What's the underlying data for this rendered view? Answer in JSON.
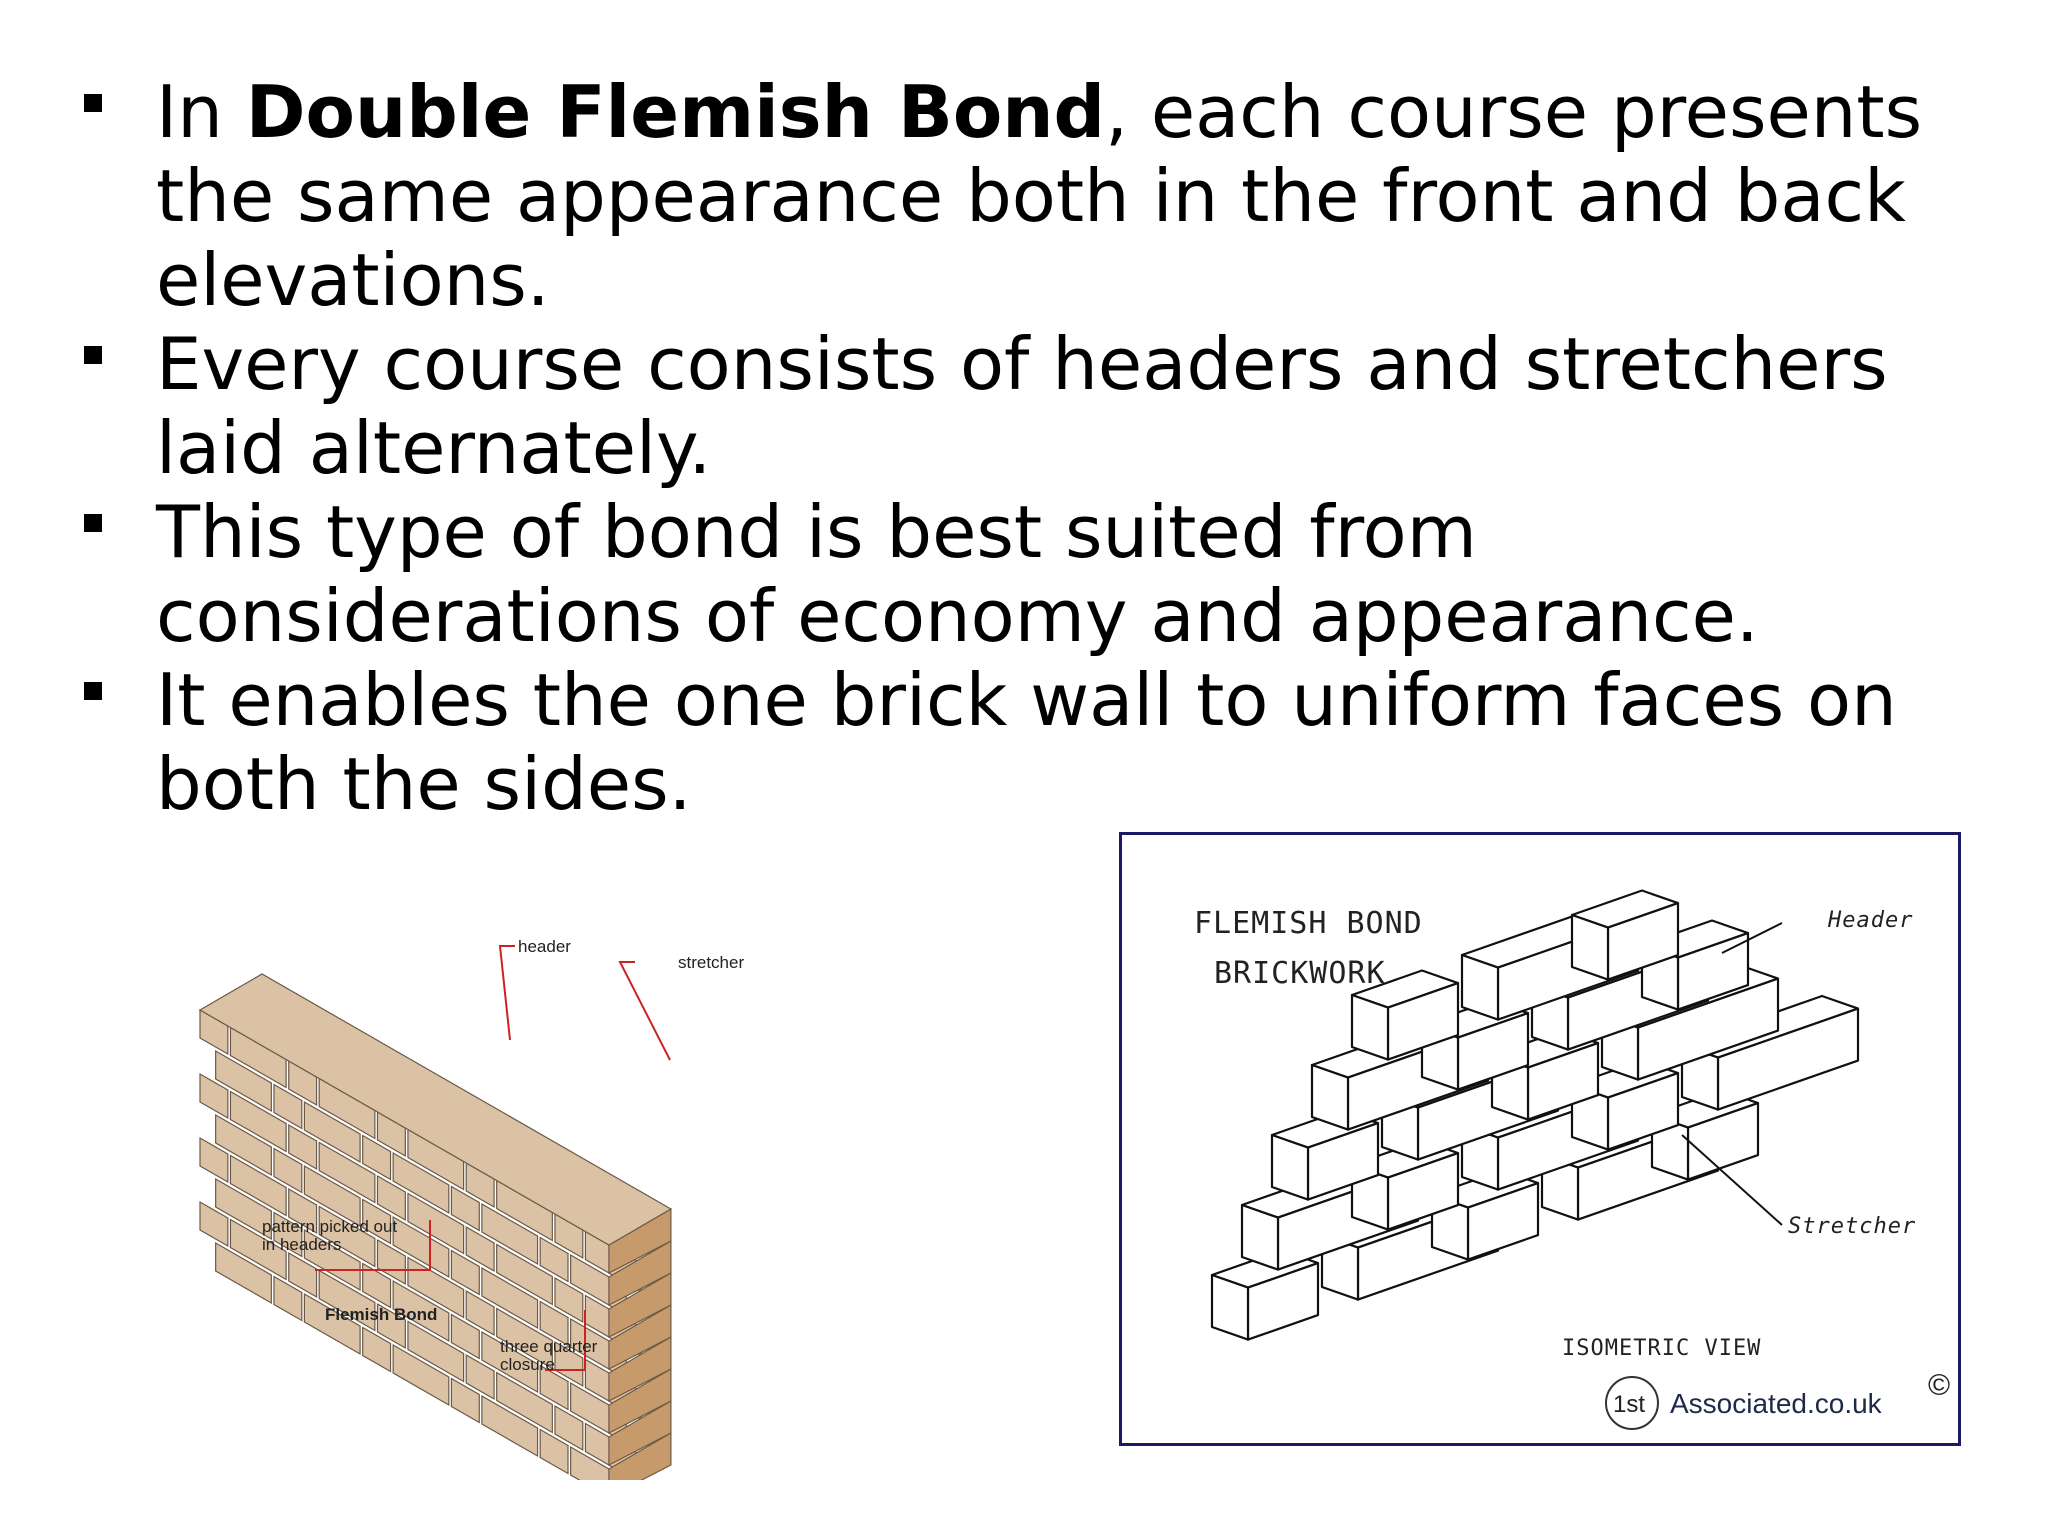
{
  "bullets": [
    {
      "before": "In ",
      "bold": "Double Flemish Bond",
      "after": ", each course presents the same appearance both in the front and back elevations."
    },
    {
      "before": "Every course consists of headers and stretchers laid alternately.",
      "bold": "",
      "after": ""
    },
    {
      "before": "This type of bond is best suited from considerations of economy and appearance.",
      "bold": "",
      "after": ""
    },
    {
      "before": "It enables the one brick wall to uniform faces on both the sides.",
      "bold": "",
      "after": ""
    }
  ],
  "left_figure": {
    "label_header": "header",
    "label_stretcher": "stretcher",
    "label_pattern_1": "pattern picked out",
    "label_pattern_2": "in headers",
    "caption": "Flemish Bond",
    "label_closure_1": "three quarter",
    "label_closure_2": "closure"
  },
  "right_figure": {
    "title_1": "FLEMISH BOND",
    "title_2": "BRICKWORK",
    "label_header": "Header",
    "label_stretcher": "Stretcher",
    "view": "ISOMETRIC VIEW",
    "logo_mark": "1st",
    "logo_text": "Associated.co.uk",
    "copyright": "©"
  },
  "colors": {
    "brick_light": "#dcc2a4",
    "brick_side": "#c79a6c",
    "brick_dark": "#8a3a22",
    "annotation_red": "#cc2222",
    "frame_blue": "#1a1a66"
  }
}
